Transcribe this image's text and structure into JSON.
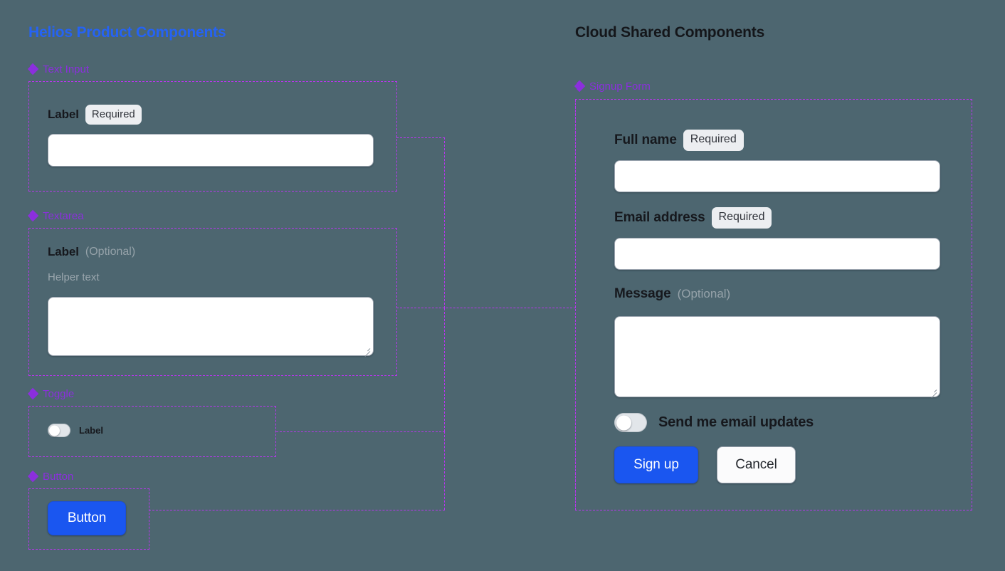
{
  "canvas": {
    "background_color": "#4d6670",
    "frame_color": "#b935ee",
    "accent_blue": "#2563f5",
    "button_blue": "#1a56f0"
  },
  "panels": {
    "left": {
      "title": "Helios Product Components",
      "title_color": "#2563f5"
    },
    "right": {
      "title": "Cloud Shared Components",
      "title_color": "#14161a"
    }
  },
  "left_components": {
    "text_input": {
      "caption": "Text Input",
      "icon": "diamond-cluster-icon",
      "label": "Label",
      "badge": "Required",
      "input_value": "",
      "input_placeholder": ""
    },
    "textarea": {
      "caption": "Textarea",
      "icon": "diamond-cluster-icon",
      "label": "Label",
      "optional": "(Optional)",
      "helper": "Helper text",
      "value": "",
      "placeholder": ""
    },
    "toggle": {
      "caption": "Toggle",
      "icon": "diamond-cluster-icon",
      "label": "Label",
      "state": "off"
    },
    "button": {
      "caption": "Button",
      "icon": "diamond-cluster-icon",
      "label": "Button"
    }
  },
  "right_components": {
    "signup_form": {
      "caption": "Signup Form",
      "icon": "diamond-cluster-icon",
      "fields": [
        {
          "label": "Full name",
          "badge": "Required",
          "value": "",
          "placeholder": ""
        },
        {
          "label": "Email address",
          "badge": "Required",
          "value": "",
          "placeholder": ""
        },
        {
          "label": "Message",
          "optional": "(Optional)",
          "value": "",
          "placeholder": ""
        }
      ],
      "toggle": {
        "label": "Send me email updates",
        "state": "off"
      },
      "actions": {
        "primary": "Sign up",
        "secondary": "Cancel"
      }
    }
  }
}
